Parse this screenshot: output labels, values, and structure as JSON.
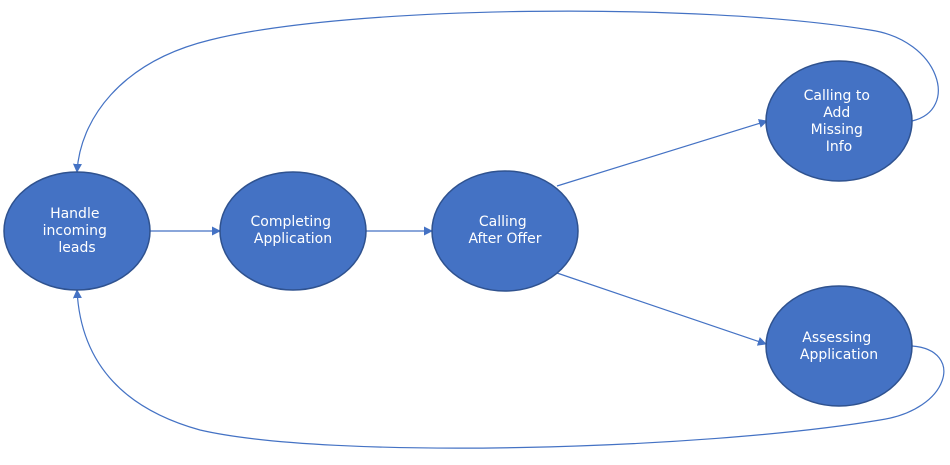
{
  "colors": {
    "node_fill": "#4472C4",
    "node_stroke": "#2F528F",
    "edge": "#4472C4",
    "label": "#ffffff",
    "background": "#ffffff"
  },
  "nodes": [
    {
      "id": "handle-leads",
      "lines": [
        "Handle",
        "incoming",
        "leads"
      ]
    },
    {
      "id": "completing-application",
      "lines": [
        "Completing",
        "Application"
      ]
    },
    {
      "id": "calling-after-offer",
      "lines": [
        "Calling",
        "After Offer"
      ]
    },
    {
      "id": "calling-missing-info",
      "lines": [
        "Calling to",
        "Add",
        "Missing",
        "Info"
      ]
    },
    {
      "id": "assessing-application",
      "lines": [
        "Assessing",
        "Application"
      ]
    }
  ],
  "edges": [
    {
      "id": "leads-to-completing",
      "from": "handle-leads",
      "to": "completing-application"
    },
    {
      "id": "completing-to-calling",
      "from": "completing-application",
      "to": "calling-after-offer"
    },
    {
      "id": "calling-to-missing-info",
      "from": "calling-after-offer",
      "to": "calling-missing-info"
    },
    {
      "id": "calling-to-assessing",
      "from": "calling-after-offer",
      "to": "assessing-application"
    },
    {
      "id": "missing-info-loop-back",
      "from": "calling-missing-info",
      "to": "handle-leads"
    },
    {
      "id": "assessing-loop-back",
      "from": "assessing-application",
      "to": "handle-leads"
    }
  ]
}
